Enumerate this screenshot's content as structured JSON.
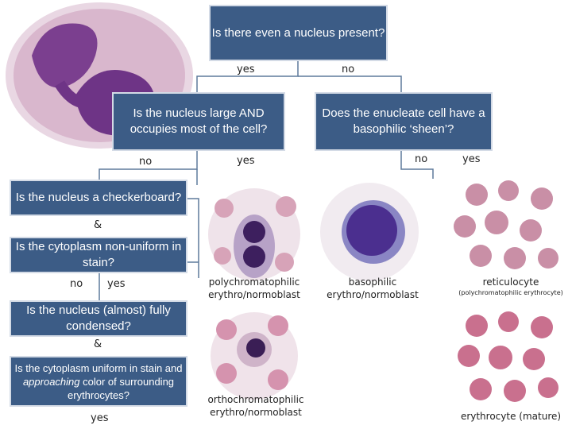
{
  "title": "Is there even a nucleus present?",
  "branch_root": {
    "yes": "yes",
    "no": "no"
  },
  "q_large": "Is the nucleus large AND occupies most of the cell?",
  "q_sheen": "Does the enucleate cell have a basophilic ‘sheen’?",
  "branch_large": {
    "no": "no",
    "yes": "yes"
  },
  "branch_sheen": {
    "no": "no",
    "yes": "yes"
  },
  "q_checker": "Is the nucleus a checkerboard?",
  "amp1": "&",
  "q_nonuniform": "Is the cytoplasm non-uniform in stain?",
  "branch_checker": {
    "no": "no",
    "yes": "yes"
  },
  "q_condensed": "Is the nucleus (almost) fully condensed?",
  "amp2": "&",
  "q_uniform": {
    "before": "Is the cytoplasm uniform in stain and ",
    "em": "approaching",
    "after": " color of surrounding erythrocytes?"
  },
  "branch_uniform": {
    "yes": "yes"
  },
  "captions": {
    "poly": [
      "polychromatophilic",
      "erythro/normoblast"
    ],
    "baso": [
      "basophilic",
      "erythro/normoblast"
    ],
    "reti": [
      "reticulocyte",
      "(polychromatophilic erythrocyte)"
    ],
    "ortho": [
      "orthochromatophilic",
      "erythro/normoblast"
    ],
    "eryth": "erythrocyte (mature)"
  },
  "colors": {
    "box": "#3c5c86",
    "box_border": "#d4dbe6",
    "line": "#5e7a9c",
    "rbc": "#c98fa6",
    "nucleus": "#5a2a8a"
  }
}
